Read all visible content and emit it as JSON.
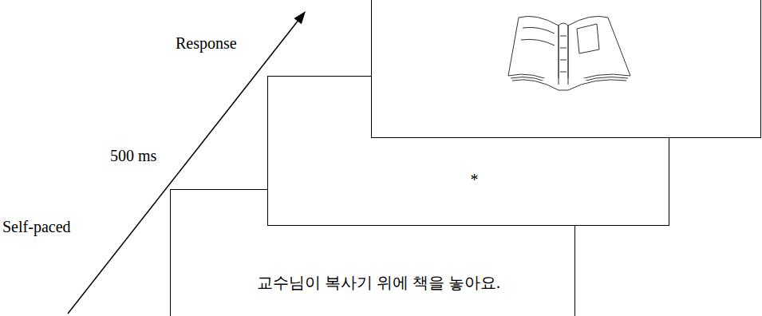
{
  "diagram": {
    "nodes": [
      {
        "text": [
          "교수님이 복사기 위에 책을 놓아요."
        ]
      },
      {
        "text": [
          "*"
        ]
      }
    ],
    "labels": [
      "Response",
      "500 ms",
      "Self-paced"
    ]
  }
}
